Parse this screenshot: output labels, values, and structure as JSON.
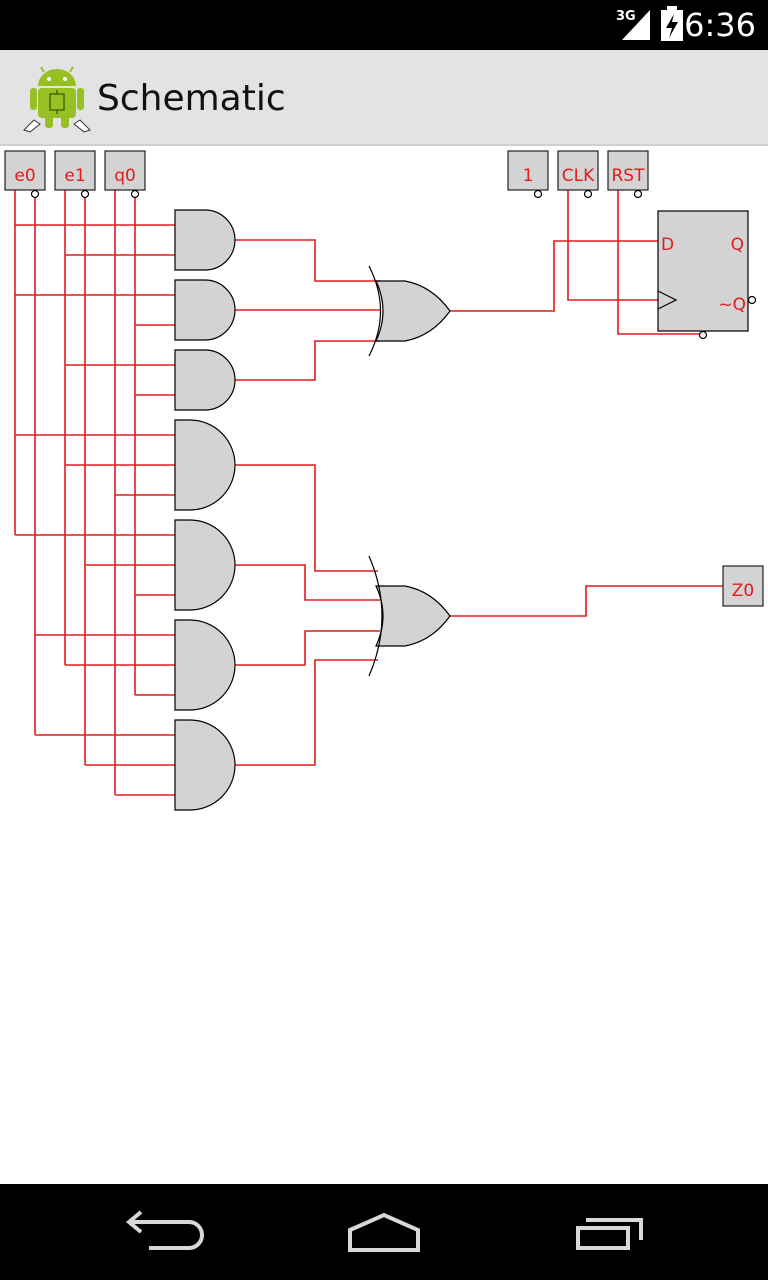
{
  "status_bar": {
    "network": "3G",
    "time": "6:36",
    "icons": [
      "signal-3g-icon",
      "battery-charging-icon"
    ]
  },
  "action_bar": {
    "title": "Schematic",
    "icon": "android-schematic-app-icon"
  },
  "schematic": {
    "inputs": [
      "e0",
      "e1",
      "q0",
      "1",
      "CLK",
      "RST"
    ],
    "outputs": [
      "Z0"
    ],
    "flip_flop": {
      "type": "D flip-flop",
      "pins": [
        "D",
        "Q",
        "~Q"
      ]
    },
    "and_gates": 7,
    "or_gates": 2,
    "wire_color": "#e31b1b",
    "gate_fill": "#d3d3d3"
  },
  "nav_bar": {
    "buttons": [
      "back-icon",
      "home-icon",
      "recents-icon"
    ]
  }
}
